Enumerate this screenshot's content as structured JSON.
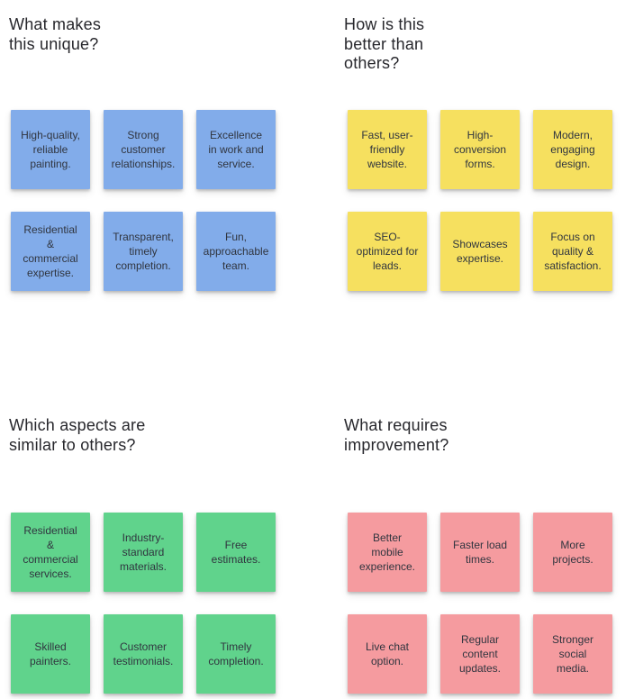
{
  "canvas": {
    "background": "#ffffff"
  },
  "quadrants": [
    {
      "name": "unique",
      "title": "What makes\nthis unique?",
      "note_color": "#82ACEA",
      "notes": [
        "High-quality, reliable painting.",
        "Strong customer relationships.",
        "Excellence in work and service.",
        "Residential & commercial expertise.",
        "Transparent, timely completion.",
        "Fun, approachable team."
      ]
    },
    {
      "name": "better-than-others",
      "title": "How is this\nbetter than\nothers?",
      "note_color": "#F6E05F",
      "notes": [
        "Fast, user-friendly website.",
        "High-conversion forms.",
        "Modern, engaging design.",
        "SEO-optimized for leads.",
        "Showcases expertise.",
        "Focus on quality & satisfaction."
      ]
    },
    {
      "name": "similar-to-others",
      "title": "Which aspects are\nsimilar to others?",
      "note_color": "#60D38C",
      "notes": [
        "Residential & commercial services.",
        "Industry-standard materials.",
        "Free estimates.",
        "Skilled painters.",
        "Customer testimonials.",
        "Timely completion."
      ]
    },
    {
      "name": "requires-improvement",
      "title": "What requires\nimprovement?",
      "note_color": "#F59B9F",
      "notes": [
        "Better mobile experience.",
        "Faster load times.",
        "More projects.",
        "Live chat option.",
        "Regular content updates.",
        "Stronger social media."
      ]
    }
  ]
}
